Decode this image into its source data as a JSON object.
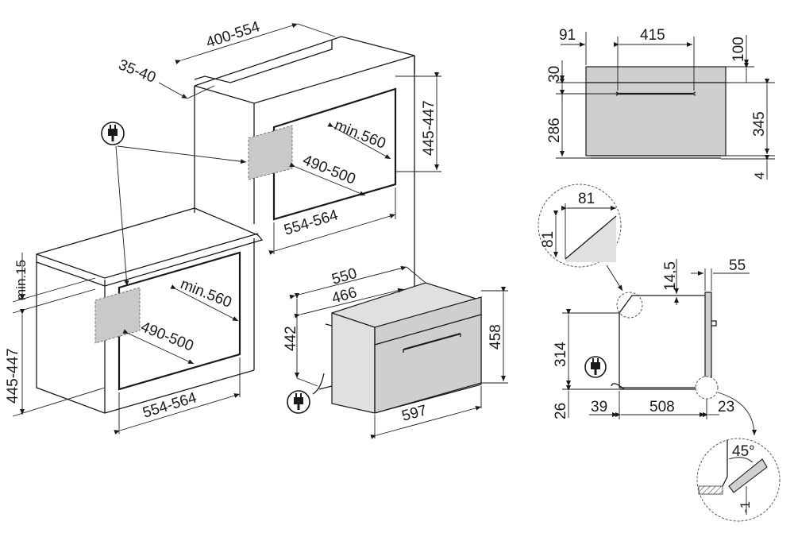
{
  "upper_cabinet": {
    "depth": "400-554",
    "gap": "35-40",
    "height": "445-447",
    "inner_depth": "min.560",
    "inner_width": "490-500",
    "width": "554-564"
  },
  "lower_cabinet": {
    "top_clearance": "min.15",
    "height": "445-447",
    "inner_depth": "min.560",
    "inner_width": "490-500",
    "width": "554-564"
  },
  "appliance": {
    "depth_total": "550",
    "depth_body": "466",
    "height_body": "442",
    "height_front": "458",
    "width": "597"
  },
  "front_view": {
    "left_offset": "91",
    "handle_width": "415",
    "top_height": "100",
    "panel_height": "30",
    "body_height": "286",
    "total_height": "345",
    "base_height": "4"
  },
  "side_view": {
    "chamfer_h": "81",
    "chamfer_v": "81",
    "top_gap": "14,5",
    "front_depth": "55",
    "height": "314",
    "base": "26",
    "rear_offset": "39",
    "depth": "508",
    "front_offset": "23",
    "angle": "45°",
    "recess": "-1"
  }
}
